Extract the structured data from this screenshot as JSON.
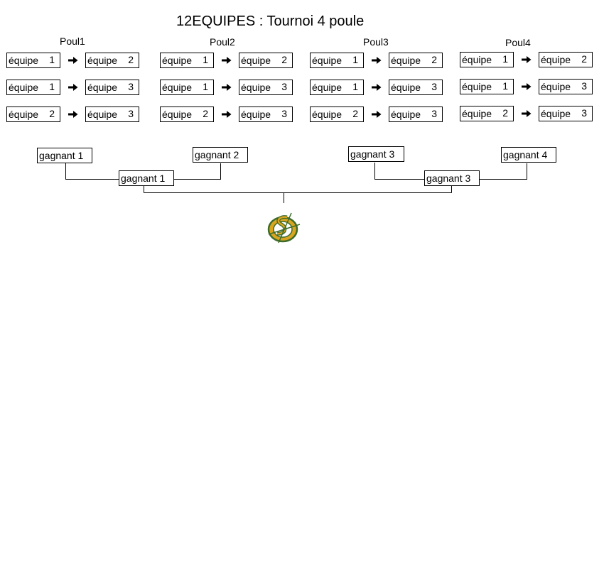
{
  "title": "12EQUIPES : Tournoi 4 poule",
  "pools": [
    {
      "label": "Poul1",
      "matches": [
        {
          "a_name": "équipe",
          "a_num": "1",
          "b_name": "équipe",
          "b_num": "2"
        },
        {
          "a_name": "équipe",
          "a_num": "1",
          "b_name": "équipe",
          "b_num": "3"
        },
        {
          "a_name": "équipe",
          "a_num": "2",
          "b_name": "équipe",
          "b_num": "3"
        }
      ]
    },
    {
      "label": "Poul2",
      "matches": [
        {
          "a_name": "équipe",
          "a_num": "1",
          "b_name": "équipe",
          "b_num": "2"
        },
        {
          "a_name": "équipe",
          "a_num": "1",
          "b_name": "équipe",
          "b_num": "3"
        },
        {
          "a_name": "équipe",
          "a_num": "2",
          "b_name": "équipe",
          "b_num": "3"
        }
      ]
    },
    {
      "label": "Poul3",
      "matches": [
        {
          "a_name": "équipe",
          "a_num": "1",
          "b_name": "équipe",
          "b_num": "2"
        },
        {
          "a_name": "équipe",
          "a_num": "1",
          "b_name": "équipe",
          "b_num": "3"
        },
        {
          "a_name": "équipe",
          "a_num": "2",
          "b_name": "équipe",
          "b_num": "3"
        }
      ]
    },
    {
      "label": "Poul4",
      "matches": [
        {
          "a_name": "équipe",
          "a_num": "1",
          "b_name": "équipe",
          "b_num": "2"
        },
        {
          "a_name": "équipe",
          "a_num": "1",
          "b_name": "équipe",
          "b_num": "3"
        },
        {
          "a_name": "équipe",
          "a_num": "2",
          "b_name": "équipe",
          "b_num": "3"
        }
      ]
    }
  ],
  "bracket": {
    "round1": [
      "gagnant 1",
      "gagnant 2",
      "gagnant 3",
      "gagnant 4"
    ],
    "semis": [
      "gagnant 1",
      "gagnant 3"
    ]
  },
  "colors": {
    "line": "#000000",
    "logo_gold": "#d9a520",
    "logo_green": "#3c6b2a"
  },
  "icons": {
    "arrow": "right-arrow-icon",
    "logo": "club-logo"
  }
}
